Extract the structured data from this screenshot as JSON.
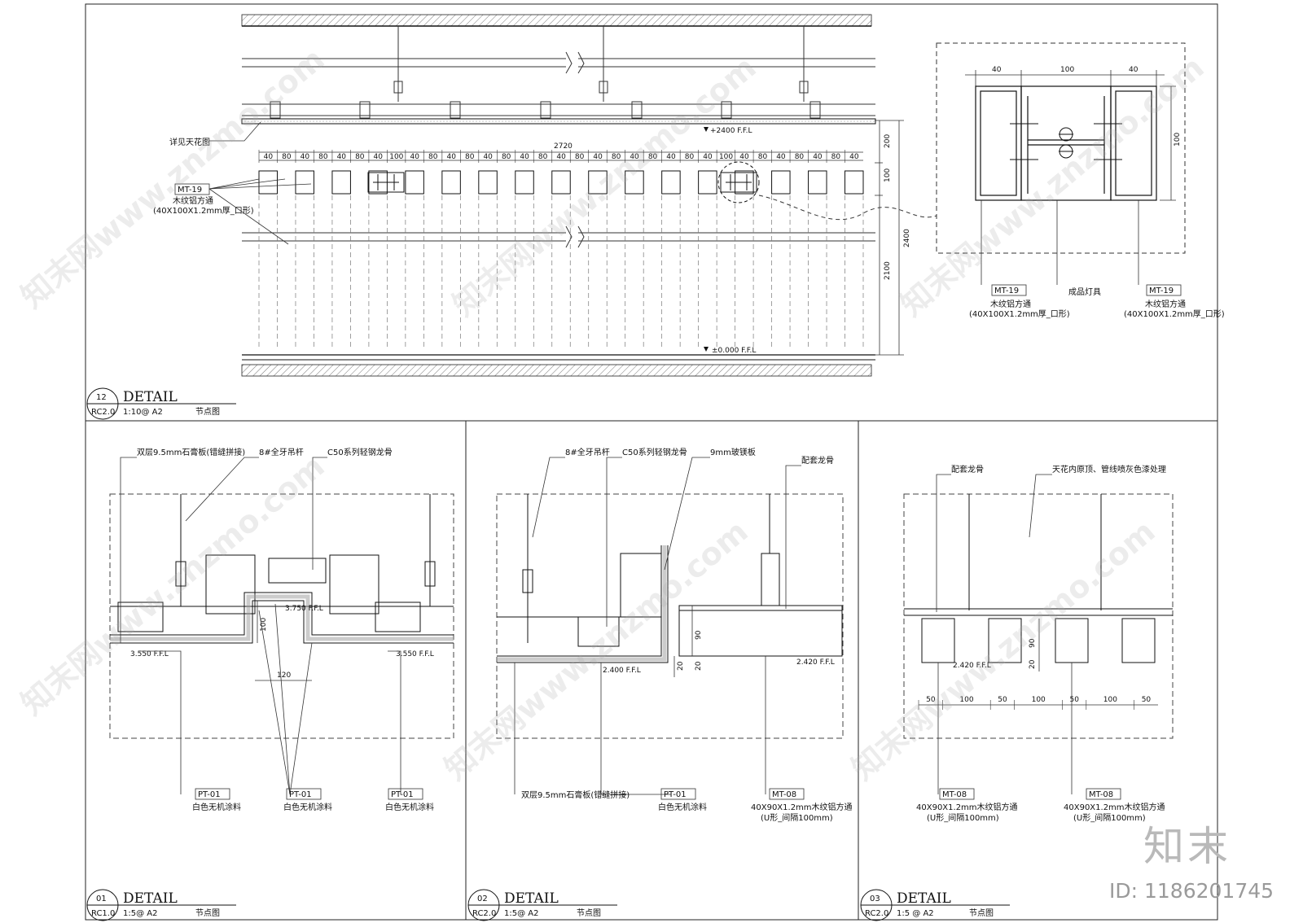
{
  "watermark": {
    "text": "知末网www.znzmo.com",
    "brand": "知末",
    "id_text": "ID: 1186201745"
  },
  "detail12": {
    "number": "12",
    "title": "DETAIL",
    "sheet": "RC2.0",
    "scale": "1:10@ A2",
    "name": "节点图",
    "overall_width": "2720",
    "spacing_labels": [
      "40",
      "80",
      "40",
      "80",
      "40",
      "80",
      "40",
      "100",
      "40",
      "80",
      "40",
      "80",
      "40",
      "80",
      "40",
      "80",
      "40",
      "80",
      "40",
      "80",
      "40",
      "80",
      "40",
      "80",
      "40",
      "100",
      "40",
      "80",
      "40",
      "80",
      "40",
      "80",
      "40"
    ],
    "right_dims": [
      "200",
      "100",
      "2400",
      "2100"
    ],
    "level_top": "+2400 F.F.L",
    "level_bottom": "±0.000 F.F.L",
    "label_ceiling": "详见天花图",
    "label_mt19_code": "MT-19",
    "label_mt19_line1": "木纹铝方通",
    "label_mt19_line2": "(40X100X1.2mm厚_口形)"
  },
  "detail_inset": {
    "dims_top": [
      "40",
      "100",
      "40"
    ],
    "dim_right": "100",
    "labels": [
      {
        "code": "MT-19",
        "line1": "木纹铝方通",
        "line2": "(40X100X1.2mm厚_口形)"
      },
      {
        "code": "",
        "line1": "成品灯具",
        "line2": ""
      },
      {
        "code": "MT-19",
        "line1": "木纹铝方通",
        "line2": "(40X100X1.2mm厚_口形)"
      }
    ]
  },
  "detail01": {
    "number": "01",
    "title": "DETAIL",
    "sheet": "RC1.0",
    "scale": "1:5@ A2",
    "name": "节点图",
    "top_labels": [
      "双层9.5mm石膏板(错缝拼接)",
      "8#全牙吊杆",
      "C50系列轻钢龙骨"
    ],
    "bottom_labels": [
      {
        "code": "PT-01",
        "text": "白色无机涂料"
      },
      {
        "code": "PT-01",
        "text": "白色无机涂料"
      },
      {
        "code": "PT-01",
        "text": "白色无机涂料"
      }
    ],
    "dims": [
      "100",
      "120"
    ],
    "levels": [
      "3.550 F.F.L",
      "3.750 F.F.L",
      "3.550 F.F.L"
    ]
  },
  "detail02": {
    "number": "02",
    "title": "DETAIL",
    "sheet": "RC2.0",
    "scale": "1:5@ A2",
    "name": "节点图",
    "top_labels": [
      "8#全牙吊杆",
      "C50系列轻钢龙骨",
      "9mm玻镁板",
      "配套龙骨"
    ],
    "bottom_labels": [
      {
        "code": "",
        "text": "双层9.5mm石膏板(错缝拼接)",
        "text2": ""
      },
      {
        "code": "PT-01",
        "text": "白色无机涂料",
        "text2": ""
      },
      {
        "code": "MT-08",
        "text": "40X90X1.2mm木纹铝方通",
        "text2": "(U形_间隔100mm)"
      }
    ],
    "dims": [
      "90",
      "20",
      "20"
    ],
    "levels": [
      "2.400 F.F.L",
      "2.420 F.F.L"
    ]
  },
  "detail03": {
    "number": "03",
    "title": "DETAIL",
    "sheet": "RC2.0",
    "scale": "1:5 @ A2",
    "name": "节点图",
    "top_labels": [
      "配套龙骨",
      "天花内原顶、管线喷灰色漆处理"
    ],
    "bottom_labels": [
      {
        "code": "MT-08",
        "text": "40X90X1.2mm木纹铝方通",
        "text2": "(U形_间隔100mm)"
      },
      {
        "code": "MT-08",
        "text": "40X90X1.2mm木纹铝方通",
        "text2": "(U形_间隔100mm)"
      }
    ],
    "dims_bottom": [
      "50",
      "100",
      "50",
      "100",
      "50",
      "100",
      "50"
    ],
    "dims_side": [
      "90",
      "20"
    ],
    "level": "2.420 F.F.L"
  }
}
